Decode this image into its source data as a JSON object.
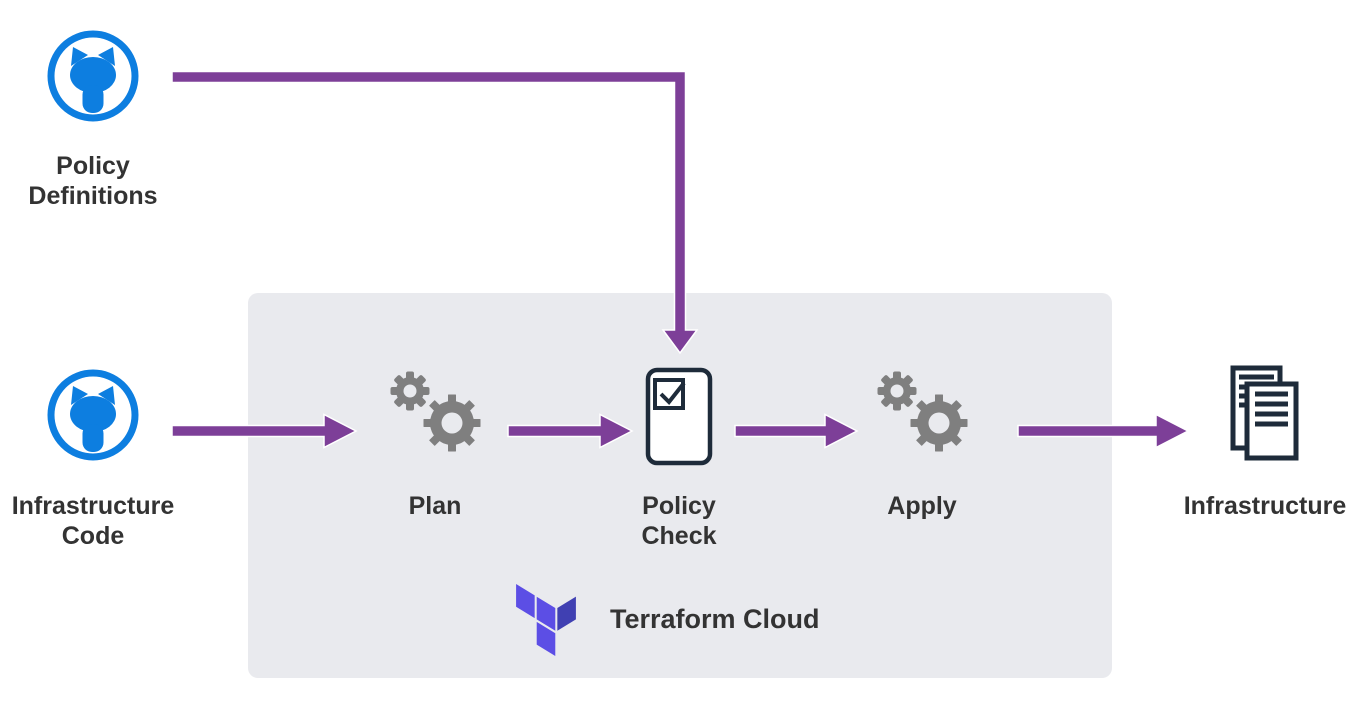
{
  "diagram": {
    "nodes": {
      "policy_definitions": {
        "label": "Policy Definitions",
        "icon": "github-icon"
      },
      "infrastructure_code": {
        "label": "Infrastructure Code",
        "icon": "github-icon"
      },
      "plan": {
        "label": "Plan",
        "icon": "gears-icon"
      },
      "policy_check": {
        "label": "Policy Check",
        "icon": "policy-check-card-icon"
      },
      "apply": {
        "label": "Apply",
        "icon": "gears-icon"
      },
      "infrastructure": {
        "label": "Infrastructure",
        "icon": "documents-icon"
      }
    },
    "container": {
      "label": "Terraform Cloud",
      "icon": "terraform-logo-icon"
    },
    "edges": [
      {
        "from": "Policy Definitions",
        "to": "Policy Check"
      },
      {
        "from": "Infrastructure Code",
        "to": "Plan"
      },
      {
        "from": "Plan",
        "to": "Policy Check"
      },
      {
        "from": "Policy Check",
        "to": "Apply"
      },
      {
        "from": "Apply",
        "to": "Infrastructure"
      }
    ],
    "colors": {
      "arrow_purple": "#7d3f98",
      "github_blue": "#0d7ee0",
      "terraform_box_bg": "#e9eaee",
      "gear_gray": "#7f7f7f",
      "icon_outline_dark": "#1e2b3a",
      "label_text": "#333333",
      "terraform_logo_light": "#5c4ee5",
      "terraform_logo_dark": "#4040b2"
    }
  }
}
